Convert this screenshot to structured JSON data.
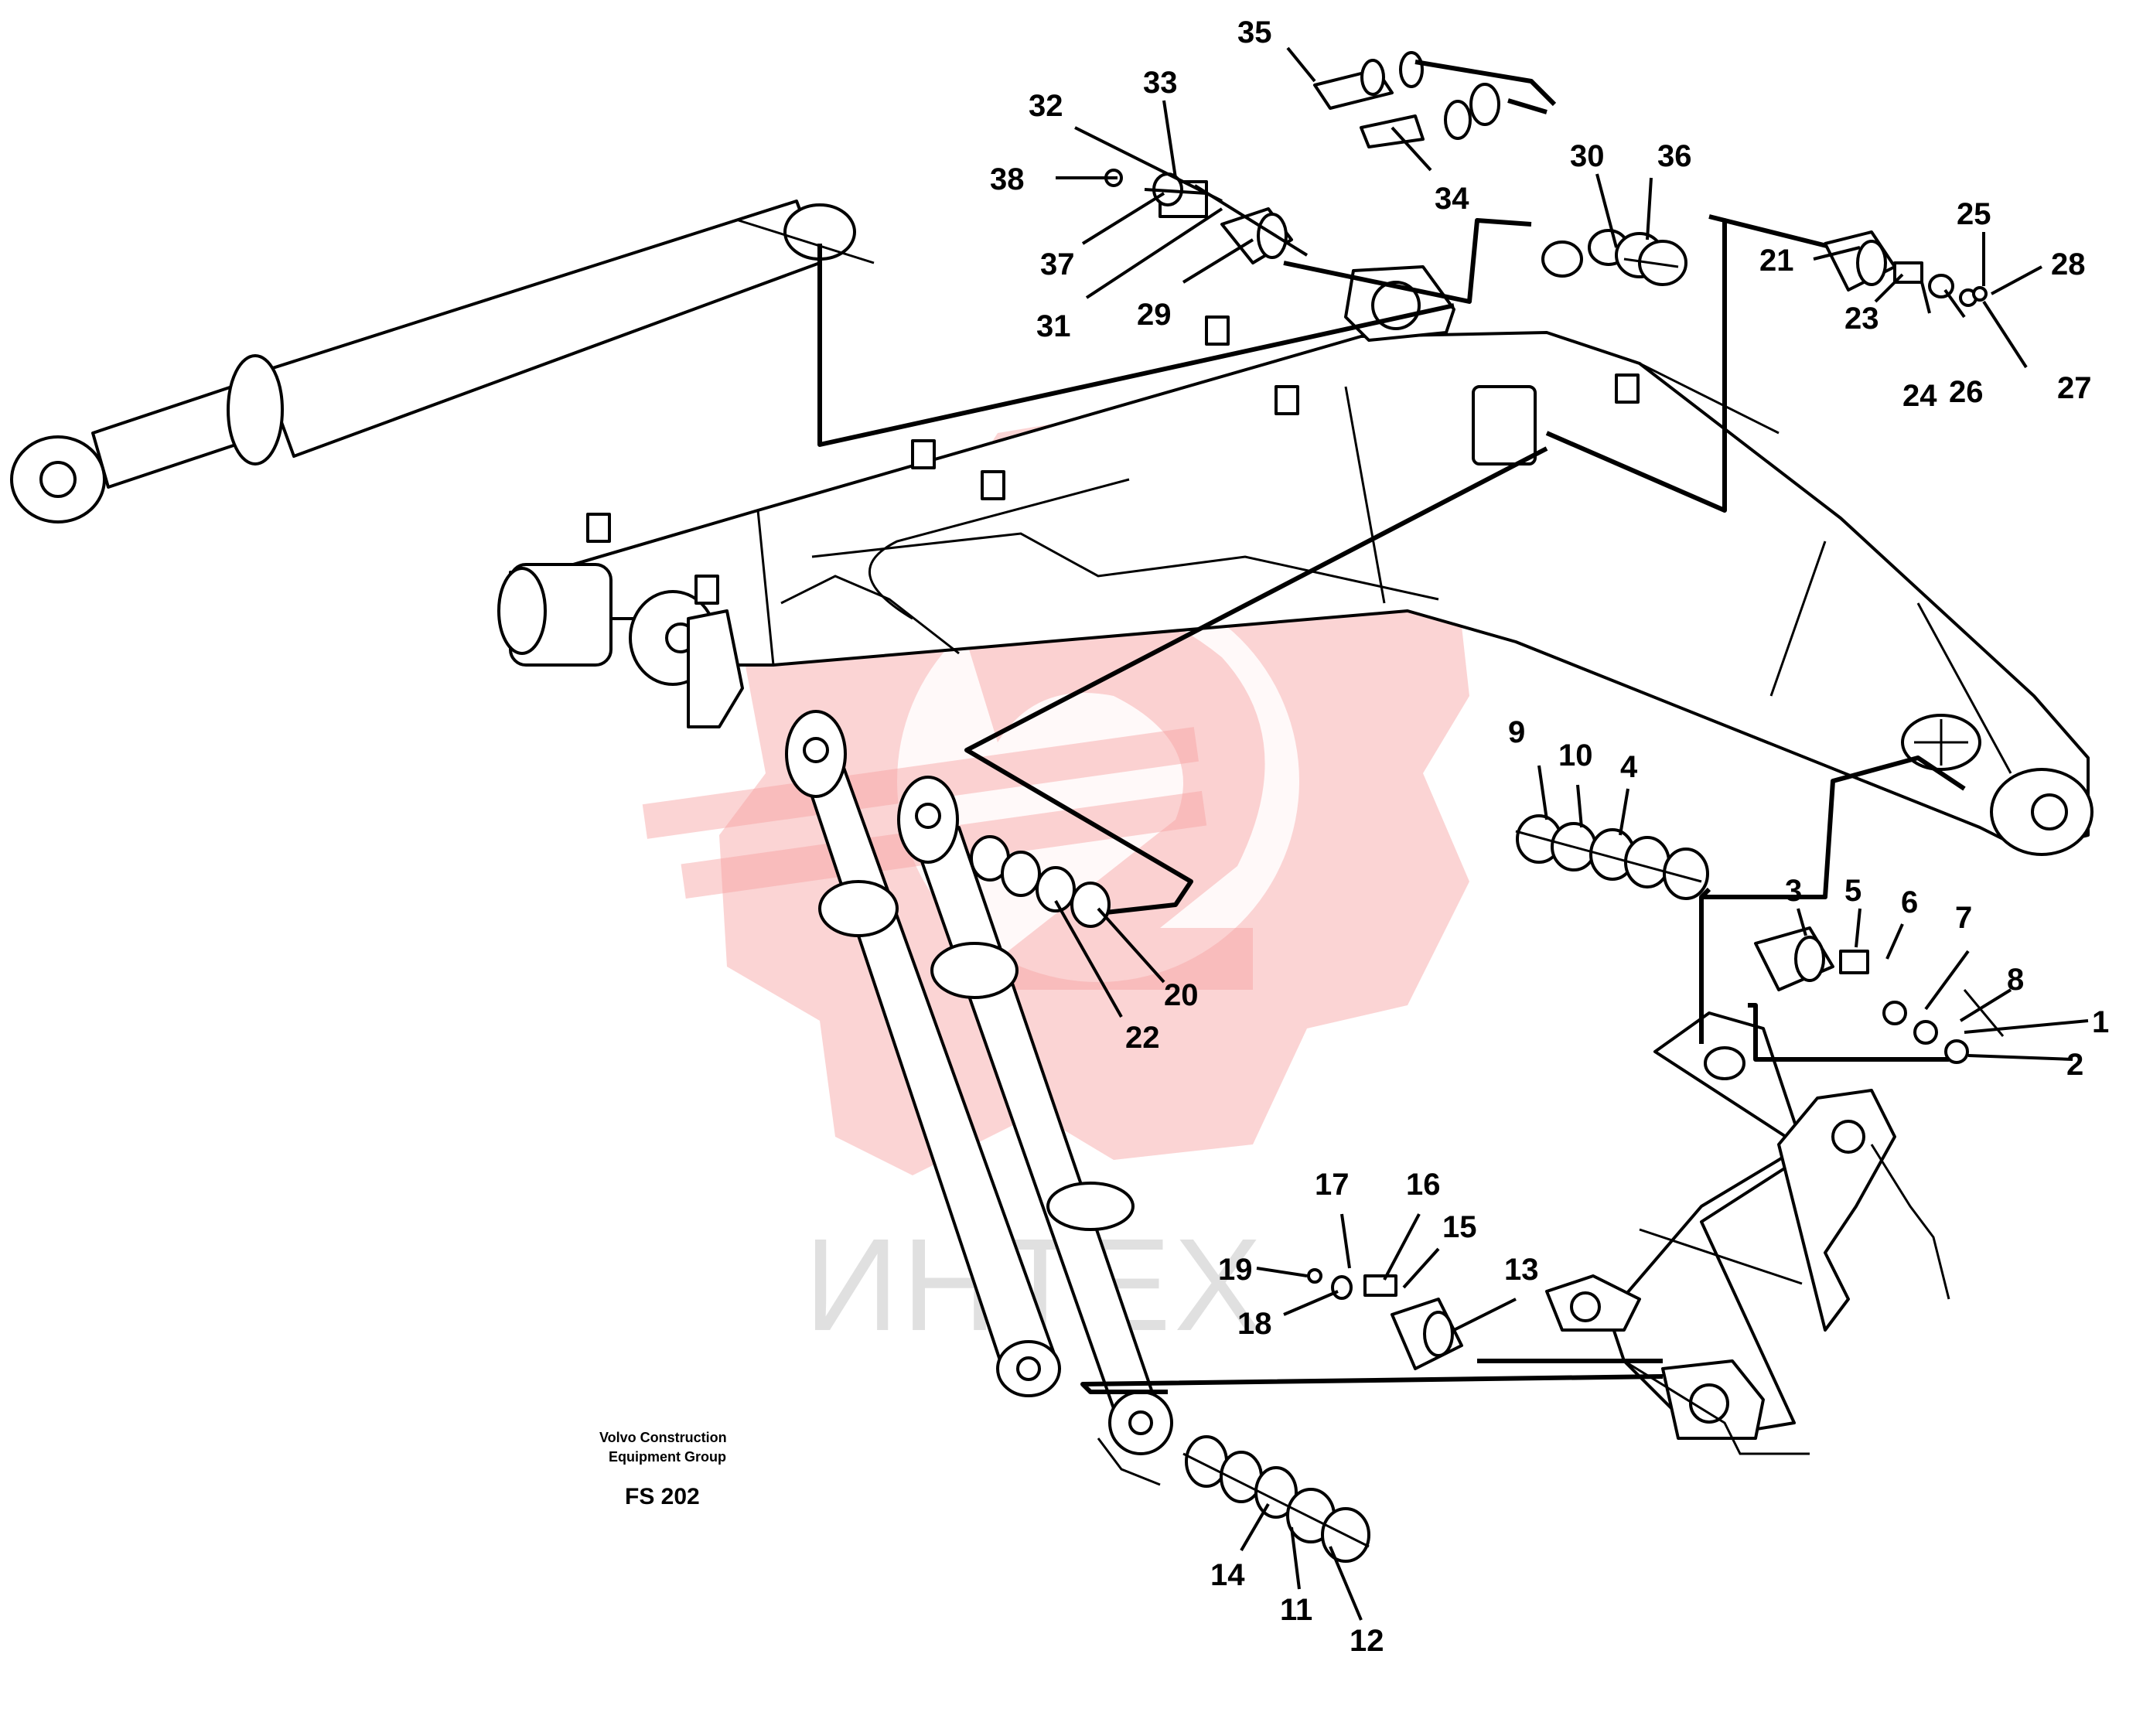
{
  "watermark": {
    "text": "ИНТЕХ",
    "color": "#f7a0a0"
  },
  "caption": {
    "line1": "Volvo Construction",
    "line2": "Equipment Group",
    "code": "FS 202"
  },
  "callouts": [
    {
      "id": "35",
      "label": "35"
    },
    {
      "id": "33",
      "label": "33"
    },
    {
      "id": "32",
      "label": "32"
    },
    {
      "id": "38",
      "label": "38"
    },
    {
      "id": "37",
      "label": "37"
    },
    {
      "id": "31",
      "label": "31"
    },
    {
      "id": "29",
      "label": "29"
    },
    {
      "id": "34",
      "label": "34"
    },
    {
      "id": "30",
      "label": "30"
    },
    {
      "id": "36",
      "label": "36"
    },
    {
      "id": "25",
      "label": "25"
    },
    {
      "id": "28",
      "label": "28"
    },
    {
      "id": "21",
      "label": "21"
    },
    {
      "id": "23",
      "label": "23"
    },
    {
      "id": "24",
      "label": "24"
    },
    {
      "id": "26",
      "label": "26"
    },
    {
      "id": "27",
      "label": "27"
    },
    {
      "id": "9",
      "label": "9"
    },
    {
      "id": "10",
      "label": "10"
    },
    {
      "id": "4",
      "label": "4"
    },
    {
      "id": "3",
      "label": "3"
    },
    {
      "id": "5",
      "label": "5"
    },
    {
      "id": "6",
      "label": "6"
    },
    {
      "id": "7",
      "label": "7"
    },
    {
      "id": "8",
      "label": "8"
    },
    {
      "id": "1",
      "label": "1"
    },
    {
      "id": "2",
      "label": "2"
    },
    {
      "id": "20",
      "label": "20"
    },
    {
      "id": "22",
      "label": "22"
    },
    {
      "id": "17",
      "label": "17"
    },
    {
      "id": "16",
      "label": "16"
    },
    {
      "id": "15",
      "label": "15"
    },
    {
      "id": "13",
      "label": "13"
    },
    {
      "id": "19",
      "label": "19"
    },
    {
      "id": "18",
      "label": "18"
    },
    {
      "id": "14",
      "label": "14"
    },
    {
      "id": "11",
      "label": "11"
    },
    {
      "id": "12",
      "label": "12"
    }
  ]
}
